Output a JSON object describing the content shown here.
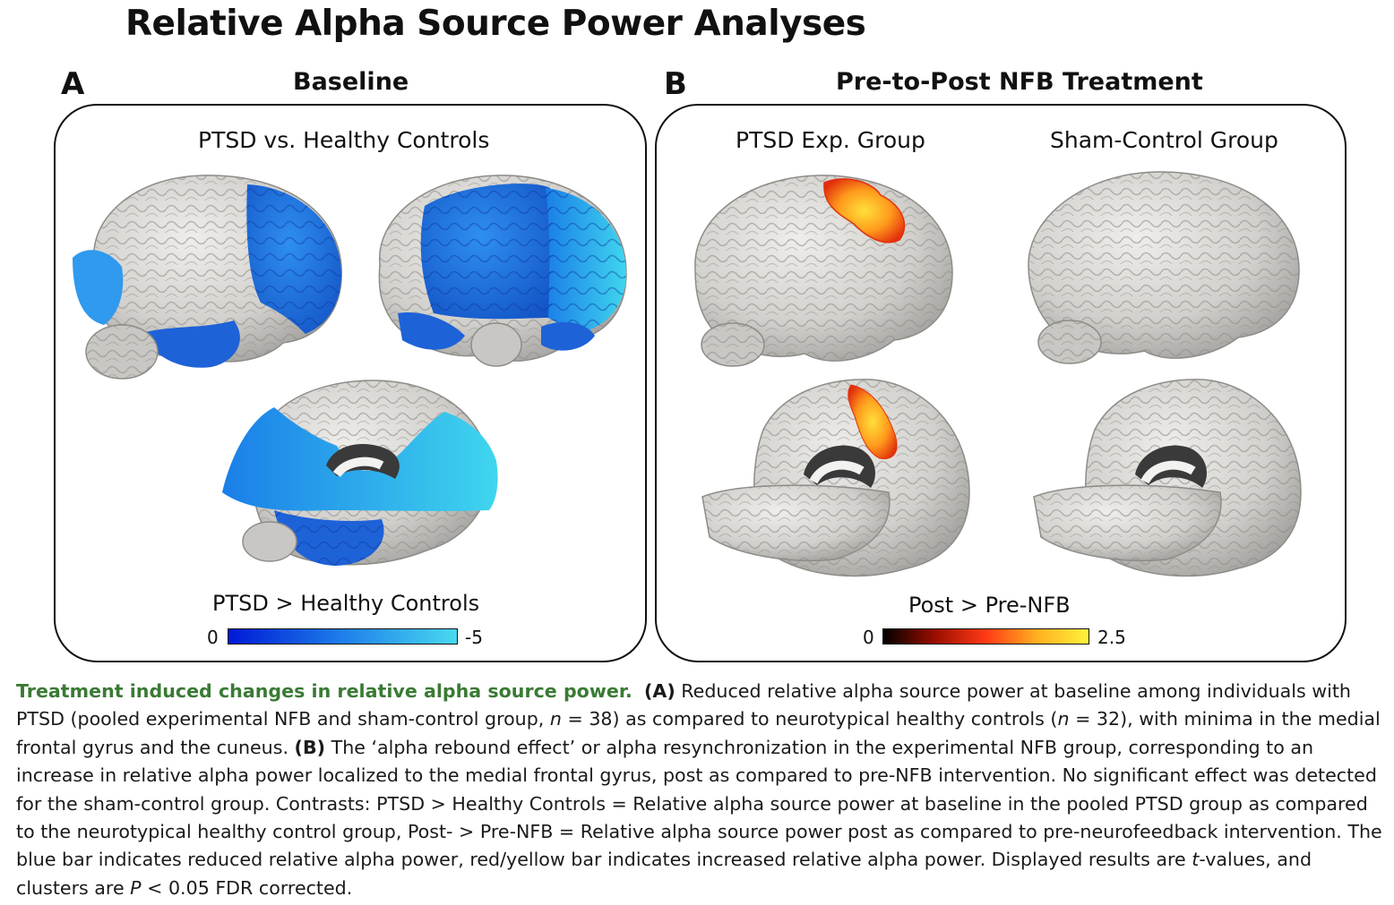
{
  "figure": {
    "title": "Relative Alpha Source Power Analyses",
    "panel_a": {
      "letter": "A",
      "title": "Baseline",
      "subtitle": "PTSD vs. Healthy Controls",
      "colorbar": {
        "label": "PTSD > Healthy Controls",
        "min_label": "0",
        "max_label": "-5",
        "colors": [
          "#0019d6",
          "#1e7fea",
          "#48d9ef"
        ]
      }
    },
    "panel_b": {
      "letter": "B",
      "title": "Pre-to-Post NFB Treatment",
      "group_1": "PTSD Exp. Group",
      "group_2": "Sham-Control Group",
      "colorbar": {
        "label": "Post > Pre-NFB",
        "min_label": "0",
        "max_label": "2.5",
        "colors": [
          "#000000",
          "#9a0d00",
          "#ff3a14",
          "#ffb020",
          "#fff23a"
        ]
      }
    }
  },
  "caption": {
    "title": "Treatment induced changes in relative alpha source power.",
    "label_a": "(A)",
    "text_a1": " Reduced relative alpha source power at baseline among individuals with PTSD (pooled experimental NFB and sham-control group, ",
    "n_var": "n",
    "text_a2": " = 38) as compared to neurotypical healthy controls (",
    "text_a3": " = 32), with minima in the medial frontal gyrus and the cuneus. ",
    "label_b": "(B)",
    "text_b1": " The ‘alpha rebound effect’ or alpha resynchronization in the experimental NFB group, corresponding to an increase in relative alpha power localized to the medial frontal gyrus, post as compared to pre-NFB intervention. No significant effect was detected for the sham-control group. Contrasts: PTSD > Healthy Controls = Relative alpha source power at baseline in the pooled PTSD group as compared to the neurotypical healthy control group, Post- > Pre-NFB = Relative alpha source power post as compared to pre-neurofeedback intervention. The blue bar indicates reduced relative alpha power, red/yellow bar indicates increased relative alpha power. Displayed results are ",
    "t_var": "t",
    "text_b2": "-values, and clusters are ",
    "p_var": "P",
    "text_b3": " < 0.05 FDR corrected."
  },
  "colors": {
    "caption_title": "#3a7a34",
    "brain_gray": "#d6d4d0",
    "brain_shadow": "#8e8c88"
  }
}
